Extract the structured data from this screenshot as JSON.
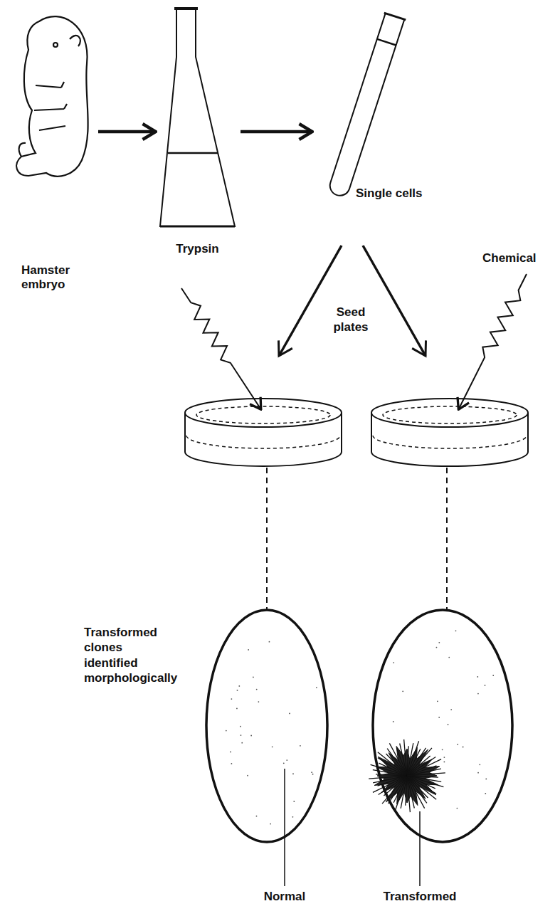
{
  "diagram": {
    "nodes": [
      {
        "text": [
          "Hamster embryo"
        ]
      },
      {
        "text": [
          "Trypsin"
        ]
      },
      {
        "text": [
          "Single cells"
        ]
      },
      {
        "text": [
          "Normal"
        ]
      },
      {
        "text": [
          "Transformed"
        ]
      }
    ],
    "edges": [
      {
        "from": 0,
        "to": 1,
        "arrow": "to"
      },
      {
        "from": 1,
        "to": 2,
        "arrow": "to"
      }
    ],
    "labels": [
      "Seed plates",
      "Chemical",
      "Transformed clones identified morphologically"
    ]
  }
}
